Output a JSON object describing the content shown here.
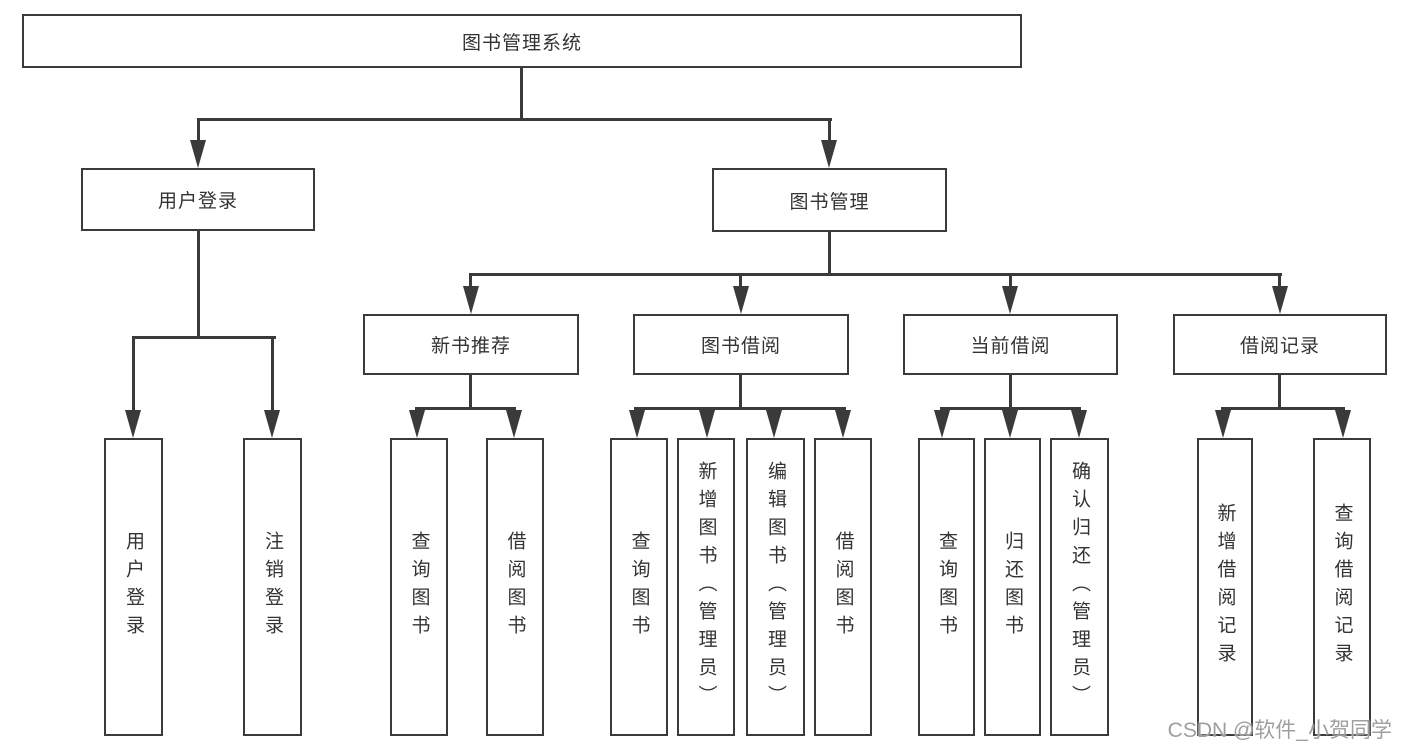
{
  "diagram": {
    "type": "hierarchy-flowchart",
    "root": {
      "label": "图书管理系统"
    },
    "level2": [
      {
        "label": "用户登录",
        "parent": "图书管理系统"
      },
      {
        "label": "图书管理",
        "parent": "图书管理系统"
      }
    ],
    "level3": [
      {
        "label": "新书推荐",
        "parent": "图书管理"
      },
      {
        "label": "图书借阅",
        "parent": "图书管理"
      },
      {
        "label": "当前借阅",
        "parent": "图书管理"
      },
      {
        "label": "借阅记录",
        "parent": "图书管理"
      }
    ],
    "leaves": [
      {
        "label": "用户登录",
        "parent": "用户登录"
      },
      {
        "label": "注销登录",
        "parent": "用户登录"
      },
      {
        "label": "查询图书",
        "parent": "新书推荐"
      },
      {
        "label": "借阅图书",
        "parent": "新书推荐"
      },
      {
        "label": "查询图书",
        "parent": "图书借阅"
      },
      {
        "label": "新增图书（管理员）",
        "parent": "图书借阅"
      },
      {
        "label": "编辑图书（管理员）",
        "parent": "图书借阅"
      },
      {
        "label": "借阅图书",
        "parent": "图书借阅"
      },
      {
        "label": "查询图书",
        "parent": "当前借阅"
      },
      {
        "label": "归还图书",
        "parent": "当前借阅"
      },
      {
        "label": "确认归还（管理员）",
        "parent": "当前借阅"
      },
      {
        "label": "新增借阅记录",
        "parent": "借阅记录"
      },
      {
        "label": "查询借阅记录",
        "parent": "借阅记录"
      }
    ],
    "colors": {
      "line": "#3a3a3a",
      "text": "#333333",
      "background": "#ffffff",
      "watermark_text": "#9f9f9f"
    }
  },
  "watermark": "CSDN @软件_小贺同学"
}
